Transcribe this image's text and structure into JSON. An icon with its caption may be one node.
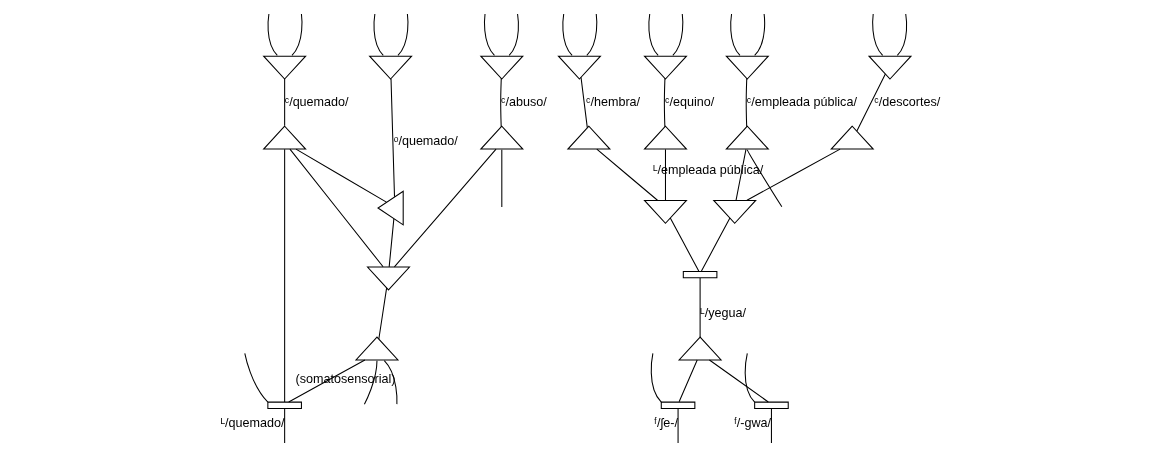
{
  "diagram": {
    "nodes": [
      {
        "text": [],
        "shape": "triangle"
      },
      {
        "text": [],
        "shape": "triangle"
      },
      {
        "text": [],
        "shape": "triangle"
      },
      {
        "text": [],
        "shape": "triangle"
      },
      {
        "text": [],
        "shape": "triangle"
      },
      {
        "text": [],
        "shape": "triangle"
      },
      {
        "text": [],
        "shape": "triangle"
      },
      {
        "text": [],
        "shape": "triangle"
      },
      {
        "text": [],
        "shape": "bracket"
      },
      {
        "text": [],
        "shape": "triangle"
      },
      {
        "text": [],
        "shape": "triangle"
      },
      {
        "text": [],
        "shape": "triangle"
      },
      {
        "text": [],
        "shape": "triangle"
      },
      {
        "text": [],
        "shape": "triangle"
      },
      {
        "text": [],
        "shape": "triangle"
      },
      {
        "text": [],
        "shape": "triangle"
      },
      {
        "text": [],
        "shape": "triangle"
      },
      {
        "text": [],
        "shape": "triangle"
      },
      {
        "text": [],
        "shape": "triangle"
      },
      {
        "text": [],
        "shape": "bracket"
      },
      {
        "text": [],
        "shape": "triangle"
      },
      {
        "text": [],
        "shape": "bracket"
      },
      {
        "text": [],
        "shape": "bracket"
      }
    ],
    "edges": [
      {
        "from": null,
        "to": 0,
        "arrow": "none"
      },
      {
        "from": null,
        "to": 0,
        "arrow": "none"
      },
      {
        "from": null,
        "to": 1,
        "arrow": "none"
      },
      {
        "from": null,
        "to": 1,
        "arrow": "none"
      },
      {
        "from": null,
        "to": 2,
        "arrow": "none"
      },
      {
        "from": null,
        "to": 2,
        "arrow": "none"
      },
      {
        "from": 0,
        "to": 5,
        "arrow": "none",
        "label": "ᵒ/quemado/"
      },
      {
        "from": 1,
        "to": 3,
        "arrow": "none",
        "label": "ᶜ/quemado/"
      },
      {
        "from": 2,
        "to": 4,
        "arrow": "none",
        "label": "ᶜ/abuso/"
      },
      {
        "from": 3,
        "to": 5,
        "arrow": "none"
      },
      {
        "from": 5,
        "to": 6,
        "arrow": "none"
      },
      {
        "from": 3,
        "to": 8,
        "arrow": "none"
      },
      {
        "from": 3,
        "to": 6,
        "arrow": "none"
      },
      {
        "from": 4,
        "to": 6,
        "arrow": "none"
      },
      {
        "from": 4,
        "to": null,
        "arrow": "none"
      },
      {
        "from": 6,
        "to": 7,
        "arrow": "none"
      },
      {
        "from": 7,
        "to": 8,
        "arrow": "none"
      },
      {
        "from": 7,
        "to": null,
        "arrow": "none"
      },
      {
        "from": 7,
        "to": null,
        "arrow": "none",
        "label": "(somatosensorial)"
      },
      {
        "from": null,
        "to": 8,
        "arrow": "none"
      },
      {
        "from": 8,
        "to": null,
        "arrow": "none",
        "label": "ᴸ/quemado/"
      },
      {
        "from": null,
        "to": 9,
        "arrow": "none"
      },
      {
        "from": null,
        "to": 9,
        "arrow": "none"
      },
      {
        "from": null,
        "to": 11,
        "arrow": "none"
      },
      {
        "from": null,
        "to": 11,
        "arrow": "none"
      },
      {
        "from": null,
        "to": 14,
        "arrow": "none"
      },
      {
        "from": null,
        "to": 14,
        "arrow": "none"
      },
      {
        "from": null,
        "to": 16,
        "arrow": "none"
      },
      {
        "from": null,
        "to": 16,
        "arrow": "none"
      },
      {
        "from": 9,
        "to": 10,
        "arrow": "none",
        "label": "ᶜ/equino/"
      },
      {
        "from": 11,
        "to": 12,
        "arrow": "none",
        "label": "ᶜ/hembra/"
      },
      {
        "from": 10,
        "to": 13,
        "arrow": "none"
      },
      {
        "from": 12,
        "to": 13,
        "arrow": "none"
      },
      {
        "from": 14,
        "to": 15,
        "arrow": "none",
        "label": "ᶜ/empleada pública/"
      },
      {
        "from": 16,
        "to": 17,
        "arrow": "none",
        "label": "ᶜ/descortes/"
      },
      {
        "from": 15,
        "to": 18,
        "arrow": "none"
      },
      {
        "from": 17,
        "to": 18,
        "arrow": "none"
      },
      {
        "from": 13,
        "to": 19,
        "arrow": "none"
      },
      {
        "from": 18,
        "to": 19,
        "arrow": "none"
      },
      {
        "from": 15,
        "to": null,
        "arrow": "none",
        "label": "ᴸ/empleada pública/"
      },
      {
        "from": 19,
        "to": 20,
        "arrow": "none",
        "label": "ᴸ/yegua/"
      },
      {
        "from": 20,
        "to": 21,
        "arrow": "none"
      },
      {
        "from": 20,
        "to": 22,
        "arrow": "none"
      },
      {
        "from": null,
        "to": 21,
        "arrow": "none"
      },
      {
        "from": null,
        "to": 22,
        "arrow": "none"
      },
      {
        "from": 21,
        "to": null,
        "arrow": "none",
        "label": "ᶠ/ʃe-/"
      },
      {
        "from": 22,
        "to": null,
        "arrow": "none",
        "label": "ᶠ/-gwa/"
      }
    ]
  }
}
